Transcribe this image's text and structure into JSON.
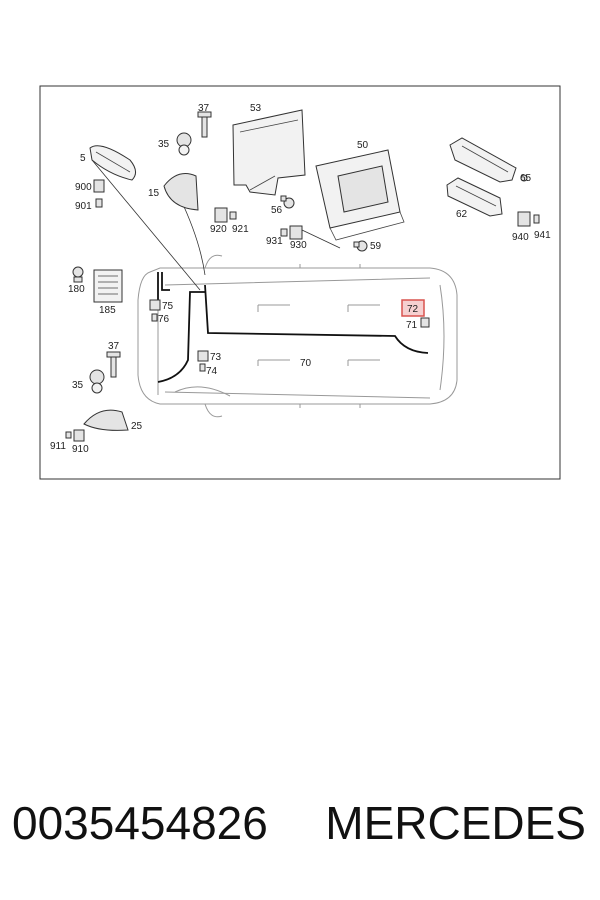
{
  "labels": {
    "l37a": "37",
    "l53": "53",
    "l35a": "35",
    "l5": "5",
    "l50": "50",
    "l65": "65",
    "l900": "900",
    "l15": "15",
    "l901": "901",
    "l56": "56",
    "l62": "62",
    "l920": "920",
    "l921": "921",
    "l931": "931",
    "l930": "930",
    "l59": "59",
    "l940": "940",
    "l941": "941",
    "l180": "180",
    "l75": "75",
    "l76": "76",
    "l72": "72",
    "l185": "185",
    "l71": "71",
    "l37b": "37",
    "l73": "73",
    "l70": "70",
    "l74": "74",
    "l35b": "35",
    "l25": "25",
    "l911": "911",
    "l910": "910"
  },
  "highlight_color": "#d9534f",
  "footer": {
    "part_number": "0035454826",
    "brand": "MERCEDES"
  }
}
